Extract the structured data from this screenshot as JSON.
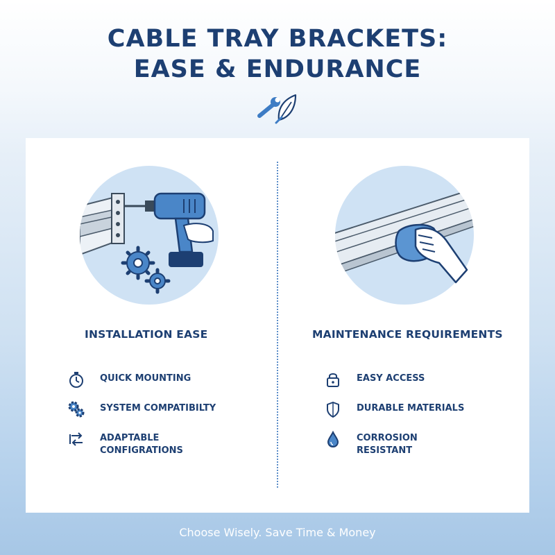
{
  "header": {
    "title_line1": "CABLE TRAY BRACKETS:",
    "title_line2": "EASE & ENDURANCE",
    "icon": "wrench-leaf-icon"
  },
  "installation": {
    "title": "INSTALLATION EASE",
    "illustration": "drill-bracket-gears-illustration",
    "items": [
      {
        "label": "QUICK MOUNTING",
        "icon": "stopwatch-icon"
      },
      {
        "label": "SYSTEM COMPATIBILTY",
        "icon": "gears-icon"
      },
      {
        "label": "ADAPTABLE CONFIGRATIONS",
        "icon": "arrows-icon"
      }
    ]
  },
  "maintenance": {
    "title": "MAINTENANCE REQUIREMENTS",
    "illustration": "wiping-tray-illustration",
    "items": [
      {
        "label": "EASY ACCESS",
        "icon": "padlock-icon"
      },
      {
        "label": "DURABLE MATERIALS",
        "icon": "shield-icon"
      },
      {
        "label": "CORROSION RESISTANT",
        "icon": "droplet-icon"
      }
    ]
  },
  "footer": {
    "tagline": "Choose Wisely. Save Time & Money"
  },
  "colors": {
    "navy": "#1d3f72",
    "accent": "#4a86c8",
    "circle": "#cfe2f4"
  }
}
